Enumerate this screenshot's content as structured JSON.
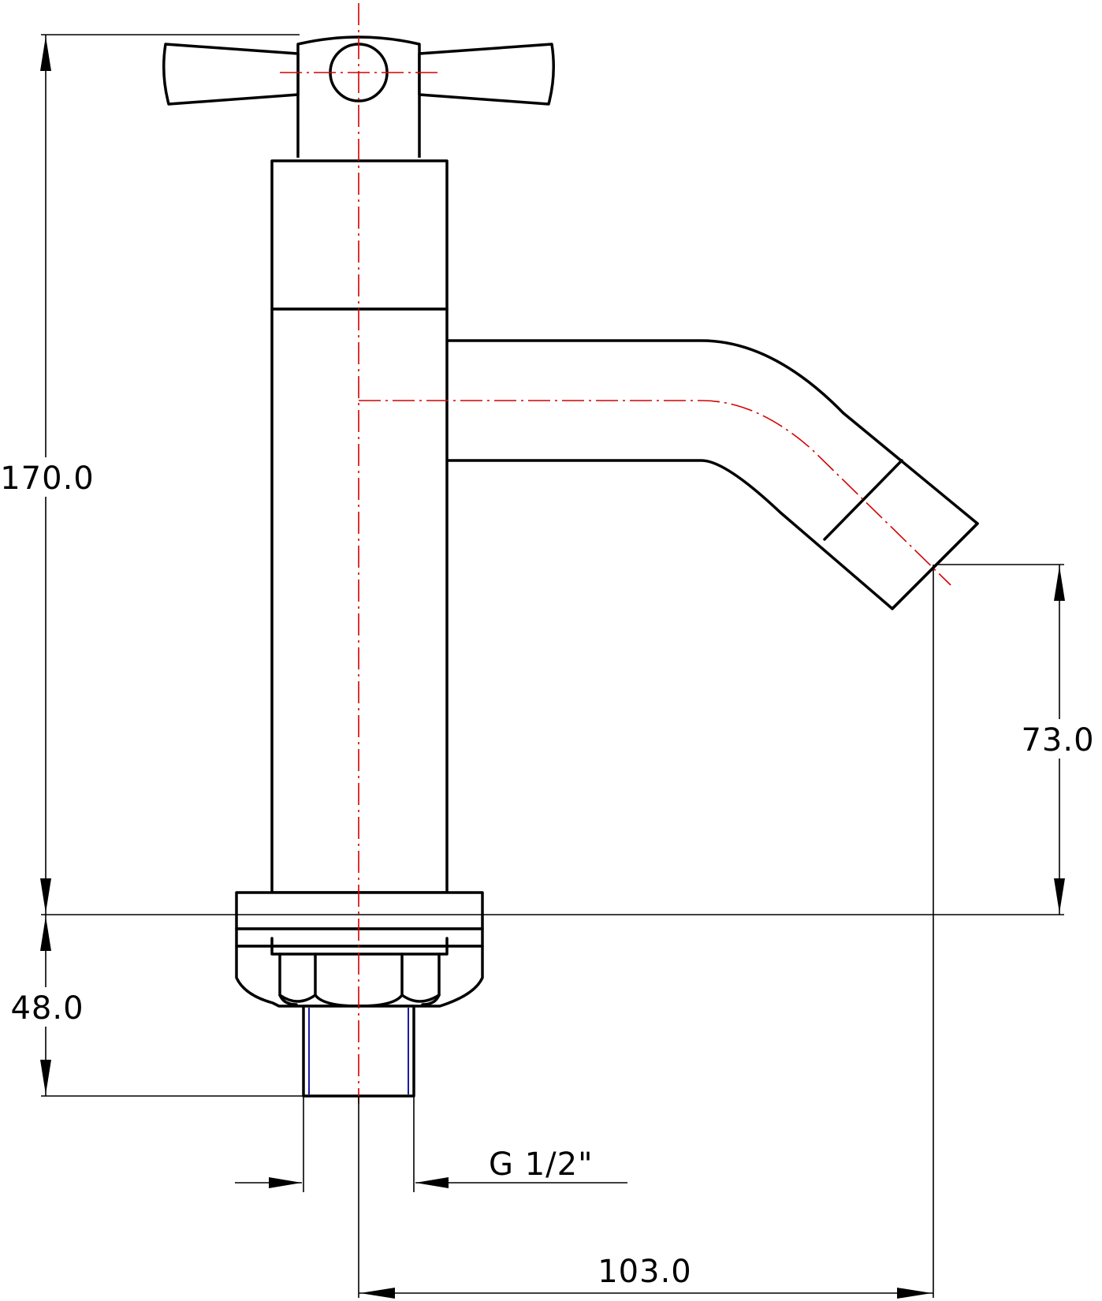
{
  "drawing": {
    "dimensions": {
      "total_height": "170.0",
      "spout_height": "73.0",
      "thread_length": "48.0",
      "spout_reach": "103.0",
      "thread_size": "G 1/2\""
    },
    "colors": {
      "outline": "#000000",
      "centerline": "#d40000",
      "thread": "#1a1aa6",
      "background": "#ffffff"
    }
  }
}
